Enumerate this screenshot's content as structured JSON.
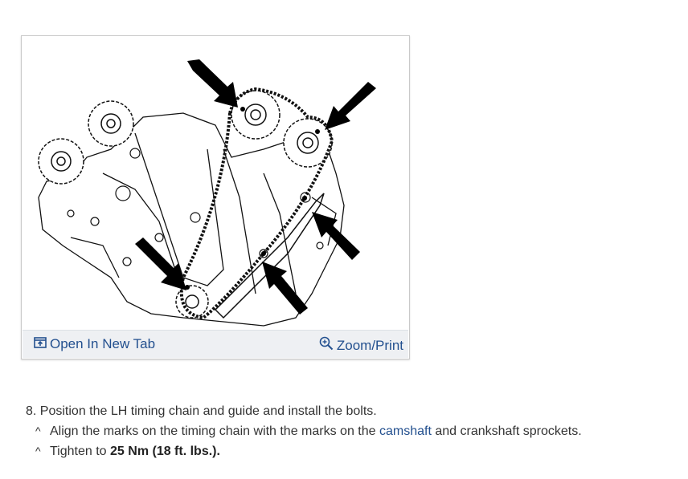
{
  "figure": {
    "open_tab_label": "Open In New Tab",
    "zoom_label": "Zoom/Print",
    "icons": {
      "open": "open-new-tab-icon",
      "zoom": "zoom-icon"
    }
  },
  "steps": {
    "number": "8.",
    "main_text": "Position the LH timing chain and guide and install the bolts.",
    "caret": "^",
    "sub1_before": "Align the marks on the timing chain with the marks on the",
    "sub1_link": "camshaft",
    "sub1_after": "and crankshaft sprockets.",
    "sub2_before": "Tighten to",
    "sub2_bold": "25 Nm (18 ft. lbs.)."
  },
  "colors": {
    "link": "#23508f",
    "bar_bg": "#eef0f3",
    "border": "#c9c9c9"
  }
}
